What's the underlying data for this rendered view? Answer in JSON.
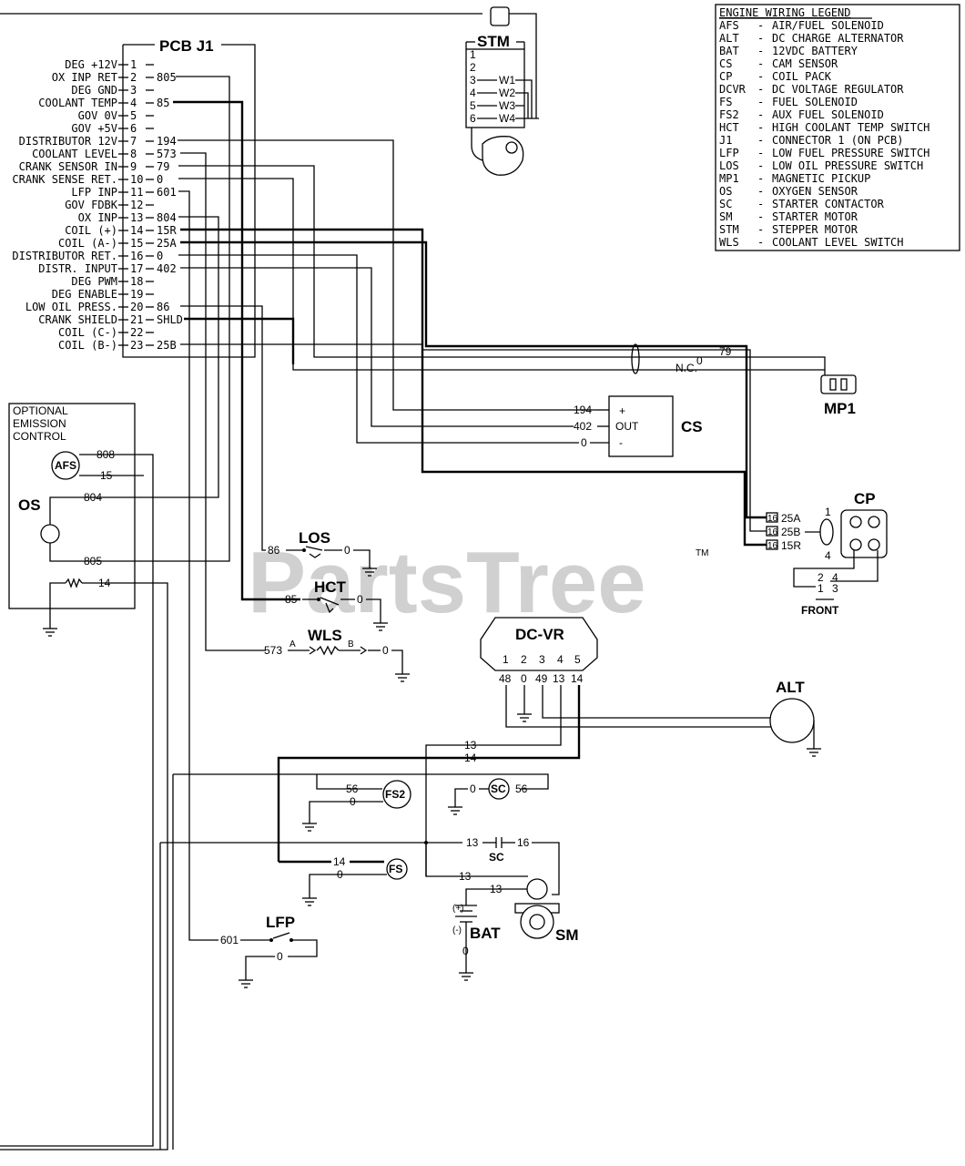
{
  "pcb": {
    "title": "PCB J1",
    "pins": [
      {
        "label": "DEG +12V",
        "num": "1",
        "wire": ""
      },
      {
        "label": "OX INP RET",
        "num": "2",
        "wire": "805"
      },
      {
        "label": "DEG GND",
        "num": "3",
        "wire": ""
      },
      {
        "label": "COOLANT TEMP",
        "num": "4",
        "wire": "85"
      },
      {
        "label": "GOV 0V",
        "num": "5",
        "wire": ""
      },
      {
        "label": "GOV +5V",
        "num": "6",
        "wire": ""
      },
      {
        "label": "DISTRIBUTOR 12V",
        "num": "7",
        "wire": "194"
      },
      {
        "label": "COOLANT LEVEL",
        "num": "8",
        "wire": "573"
      },
      {
        "label": "CRANK SENSOR IN",
        "num": "9",
        "wire": "79"
      },
      {
        "label": "CRANK SENSE RET.",
        "num": "10",
        "wire": "0"
      },
      {
        "label": "LFP INP",
        "num": "11",
        "wire": "601"
      },
      {
        "label": "GOV FDBK",
        "num": "12",
        "wire": ""
      },
      {
        "label": "OX INP",
        "num": "13",
        "wire": "804"
      },
      {
        "label": "COIL (+)",
        "num": "14",
        "wire": "15R"
      },
      {
        "label": "COIL (A-)",
        "num": "15",
        "wire": "25A"
      },
      {
        "label": "DISTRIBUTOR RET.",
        "num": "16",
        "wire": "0"
      },
      {
        "label": "DISTR. INPUT",
        "num": "17",
        "wire": "402"
      },
      {
        "label": "DEG PWM",
        "num": "18",
        "wire": ""
      },
      {
        "label": "DEG ENABLE",
        "num": "19",
        "wire": ""
      },
      {
        "label": "LOW OIL PRESS.",
        "num": "20",
        "wire": "86"
      },
      {
        "label": "CRANK SHIELD",
        "num": "21",
        "wire": "SHLD"
      },
      {
        "label": "COIL (C-)",
        "num": "22",
        "wire": ""
      },
      {
        "label": "COIL (B-)",
        "num": "23",
        "wire": "25B"
      }
    ]
  },
  "legend": {
    "title": "ENGINE WIRING LEGEND",
    "items": [
      {
        "code": "AFS",
        "desc": "AIR/FUEL SOLENOID"
      },
      {
        "code": "ALT",
        "desc": "DC CHARGE ALTERNATOR"
      },
      {
        "code": "BAT",
        "desc": "12VDC BATTERY"
      },
      {
        "code": "CS",
        "desc": "CAM SENSOR"
      },
      {
        "code": "CP",
        "desc": "COIL PACK"
      },
      {
        "code": "DCVR",
        "desc": "DC VOLTAGE REGULATOR"
      },
      {
        "code": "FS",
        "desc": "FUEL SOLENOID"
      },
      {
        "code": "FS2",
        "desc": "AUX FUEL SOLENOID"
      },
      {
        "code": "HCT",
        "desc": "HIGH COOLANT TEMP SWITCH"
      },
      {
        "code": "J1",
        "desc": "CONNECTOR 1 (ON PCB)"
      },
      {
        "code": "LFP",
        "desc": "LOW FUEL PRESSURE SWITCH"
      },
      {
        "code": "LOS",
        "desc": "LOW OIL PRESSURE SWITCH"
      },
      {
        "code": "MP1",
        "desc": "MAGNETIC PICKUP"
      },
      {
        "code": "OS",
        "desc": "OXYGEN SENSOR"
      },
      {
        "code": "SC",
        "desc": "STARTER CONTACTOR"
      },
      {
        "code": "SM",
        "desc": "STARTER MOTOR"
      },
      {
        "code": "STM",
        "desc": "STEPPER MOTOR"
      },
      {
        "code": "WLS",
        "desc": "COOLANT LEVEL SWITCH"
      }
    ]
  },
  "stm": {
    "title": "STM",
    "pins": [
      "1",
      "2",
      "3",
      "4",
      "5",
      "6"
    ],
    "windings": [
      "W1",
      "W2",
      "W3",
      "W4"
    ]
  },
  "emission": {
    "line1": "OPTIONAL",
    "line2": "EMISSION",
    "line3": "CONTROL",
    "afs": "AFS",
    "os": "OS",
    "w808": "808",
    "w15": "15",
    "w804": "804",
    "w805": "805",
    "w14": "14"
  },
  "cs": {
    "title": "CS",
    "plus": "+",
    "out": "OUT",
    "minus": "-",
    "w194": "194",
    "w402": "402",
    "w0": "0"
  },
  "mp1": {
    "title": "MP1",
    "w79": "79",
    "w0": "0",
    "nc": "N.C."
  },
  "cp": {
    "title": "CP",
    "w25a": "25A",
    "w25b": "25B",
    "w15r": "15R",
    "tag": "16",
    "p1": "1",
    "p4": "4",
    "front": "FRONT",
    "f1": "1",
    "f2": "2",
    "f3": "3",
    "f4": "4"
  },
  "los": {
    "title": "LOS",
    "w86": "86",
    "w0": "0"
  },
  "hct": {
    "title": "HCT",
    "w85": "85",
    "w0": "0"
  },
  "wls": {
    "title": "WLS",
    "w573": "573",
    "a": "A",
    "b": "B",
    "w0": "0"
  },
  "dcvr": {
    "title": "DC-VR",
    "pins": [
      "1",
      "2",
      "3",
      "4",
      "5"
    ],
    "wires": [
      "48",
      "0",
      "49",
      "13",
      "14"
    ]
  },
  "alt": {
    "title": "ALT"
  },
  "bus": {
    "w13": "13",
    "w14": "14"
  },
  "fs2": {
    "title": "FS2",
    "w56": "56",
    "w0": "0"
  },
  "sc_top": {
    "title": "SC",
    "w0": "0",
    "w56": "56"
  },
  "sc": {
    "title": "SC",
    "w13": "13",
    "w16": "16"
  },
  "fs": {
    "title": "FS",
    "w14": "14",
    "w0": "0"
  },
  "bat": {
    "title": "BAT",
    "plus": "(+)",
    "minus": "(-)",
    "w0": "0",
    "w13": "13"
  },
  "sm": {
    "title": "SM",
    "w13": "13"
  },
  "lfp": {
    "title": "LFP",
    "w601": "601",
    "w0": "0"
  },
  "watermark": {
    "text": "PartsTree",
    "tm": "TM"
  }
}
